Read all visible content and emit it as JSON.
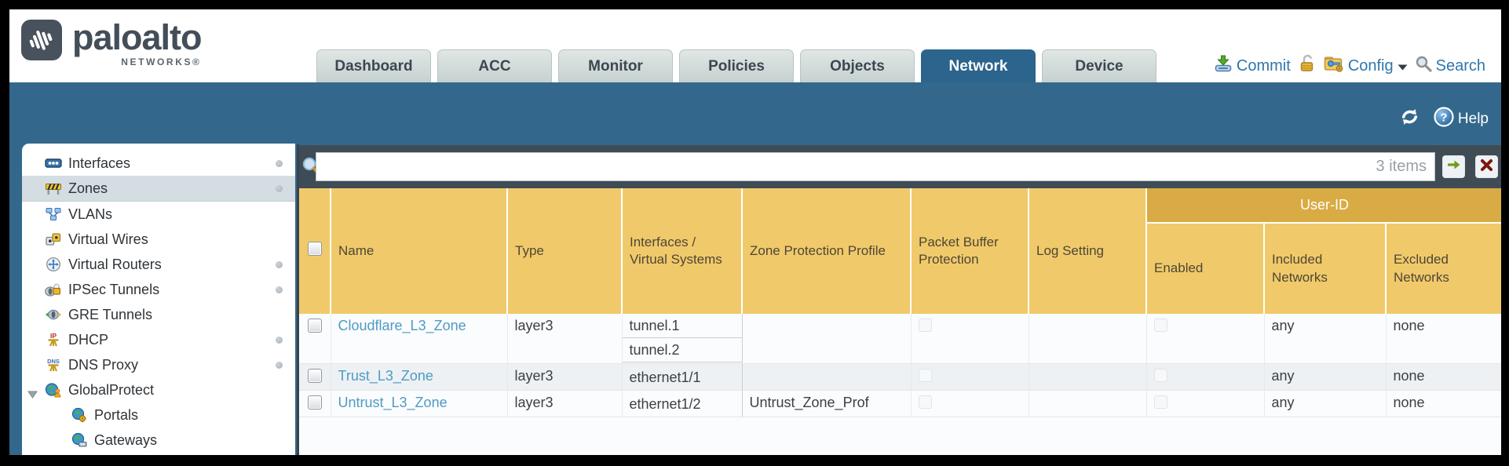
{
  "brand": {
    "name": "paloalto",
    "sub": "NETWORKS®"
  },
  "tabs": [
    {
      "label": "Dashboard",
      "active": false
    },
    {
      "label": "ACC",
      "active": false
    },
    {
      "label": "Monitor",
      "active": false
    },
    {
      "label": "Policies",
      "active": false
    },
    {
      "label": "Objects",
      "active": false
    },
    {
      "label": "Network",
      "active": true
    },
    {
      "label": "Device",
      "active": false
    }
  ],
  "actions": {
    "commit": "Commit",
    "config": "Config",
    "search": "Search"
  },
  "toolbar": {
    "help": "Help"
  },
  "sidebar": {
    "items": [
      {
        "label": "Interfaces",
        "icon": "interfaces-icon",
        "dot": true,
        "selected": false,
        "indent": 0
      },
      {
        "label": "Zones",
        "icon": "zones-icon",
        "dot": true,
        "selected": true,
        "indent": 0
      },
      {
        "label": "VLANs",
        "icon": "vlans-icon",
        "dot": false,
        "selected": false,
        "indent": 0
      },
      {
        "label": "Virtual Wires",
        "icon": "virtual-wires-icon",
        "dot": false,
        "selected": false,
        "indent": 0
      },
      {
        "label": "Virtual Routers",
        "icon": "virtual-routers-icon",
        "dot": true,
        "selected": false,
        "indent": 0
      },
      {
        "label": "IPSec Tunnels",
        "icon": "ipsec-tunnels-icon",
        "dot": true,
        "selected": false,
        "indent": 0
      },
      {
        "label": "GRE Tunnels",
        "icon": "gre-tunnels-icon",
        "dot": false,
        "selected": false,
        "indent": 0
      },
      {
        "label": "DHCP",
        "icon": "dhcp-icon",
        "dot": true,
        "selected": false,
        "indent": 0
      },
      {
        "label": "DNS Proxy",
        "icon": "dns-proxy-icon",
        "dot": true,
        "selected": false,
        "indent": 0
      },
      {
        "label": "GlobalProtect",
        "icon": "globalprotect-icon",
        "dot": false,
        "selected": false,
        "indent": 0,
        "expanded": true
      },
      {
        "label": "Portals",
        "icon": "portals-icon",
        "dot": false,
        "selected": false,
        "indent": 1
      },
      {
        "label": "Gateways",
        "icon": "gateways-icon",
        "dot": false,
        "selected": false,
        "indent": 1
      }
    ]
  },
  "filterbar": {
    "value": "",
    "count": "3 items"
  },
  "table": {
    "userid_group": "User-ID",
    "columns": [
      {
        "id": "name",
        "label": "Name"
      },
      {
        "id": "type",
        "label": "Type"
      },
      {
        "id": "interfaces",
        "label": "Interfaces / Virtual Systems"
      },
      {
        "id": "zone_protection_profile",
        "label": "Zone Protection Profile"
      },
      {
        "id": "packet_buffer_protection",
        "label": "Packet Buffer Protection"
      },
      {
        "id": "log_setting",
        "label": "Log Setting"
      },
      {
        "id": "enabled",
        "label": "Enabled"
      },
      {
        "id": "included_networks",
        "label": "Included Networks"
      },
      {
        "id": "excluded_networks",
        "label": "Excluded Networks"
      }
    ],
    "rows": [
      {
        "name": "Cloudflare_L3_Zone",
        "type": "layer3",
        "interfaces": [
          "tunnel.1",
          "tunnel.2"
        ],
        "zone_protection_profile": "",
        "packet_buffer_protection_checked": false,
        "log_setting": "",
        "user_id_enabled_checked": false,
        "included_networks": "any",
        "excluded_networks": "none"
      },
      {
        "name": "Trust_L3_Zone",
        "type": "layer3",
        "interfaces": [
          "ethernet1/1"
        ],
        "zone_protection_profile": "",
        "packet_buffer_protection_checked": false,
        "log_setting": "",
        "user_id_enabled_checked": false,
        "included_networks": "any",
        "excluded_networks": "none"
      },
      {
        "name": "Untrust_L3_Zone",
        "type": "layer3",
        "interfaces": [
          "ethernet1/2"
        ],
        "zone_protection_profile": "Untrust_Zone_Prof",
        "packet_buffer_protection_checked": false,
        "log_setting": "",
        "user_id_enabled_checked": false,
        "included_networks": "any",
        "excluded_networks": "none"
      }
    ]
  },
  "colors": {
    "teal_band": "#33688c",
    "active_tab": "#2b648c",
    "inactive_tab": "#ccd6d4",
    "header_orange": "#f0ca6a",
    "userid_orange": "#d9ab44",
    "filter_bg": "#3f4c55",
    "link_blue": "#4e9bc4",
    "action_blue": "#2e77ad",
    "row_alt": "#edf1f4",
    "sidebar_selected": "#d3dde2"
  }
}
